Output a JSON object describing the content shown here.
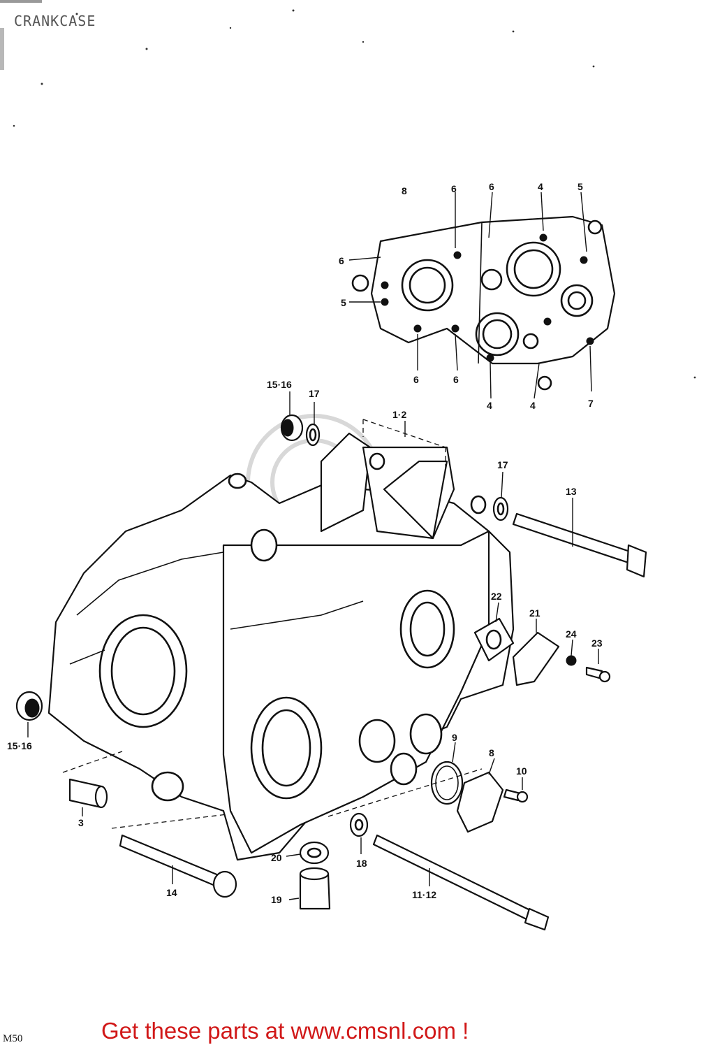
{
  "header": {
    "title": "CRANKCASE"
  },
  "footer": {
    "code": "M50",
    "link_text": "Get these parts at www.cmsnl.com !"
  },
  "labels": {
    "top_8": "8",
    "top_6a": "6",
    "top_6b": "6",
    "top_4": "4",
    "top_5": "5",
    "left_6": "6",
    "left_5": "5",
    "bot_6a": "6",
    "bot_6b": "6",
    "bot_4a": "4",
    "bot_4b": "4",
    "bot_7": "7",
    "p15_16_top": "15·16",
    "p17_top": "17",
    "p1_2": "1·2",
    "p17_right": "17",
    "p13": "13",
    "p22": "22",
    "p21": "21",
    "p24": "24",
    "p23": "23",
    "p15_16_left": "15·16",
    "p3": "3",
    "p9": "9",
    "p8": "8",
    "p10": "10",
    "p14": "14",
    "p20": "20",
    "p18": "18",
    "p19": "19",
    "p11_12": "11·12"
  },
  "colors": {
    "link": "#d11818",
    "line": "#111111",
    "watermark": "#d8d8d8"
  }
}
